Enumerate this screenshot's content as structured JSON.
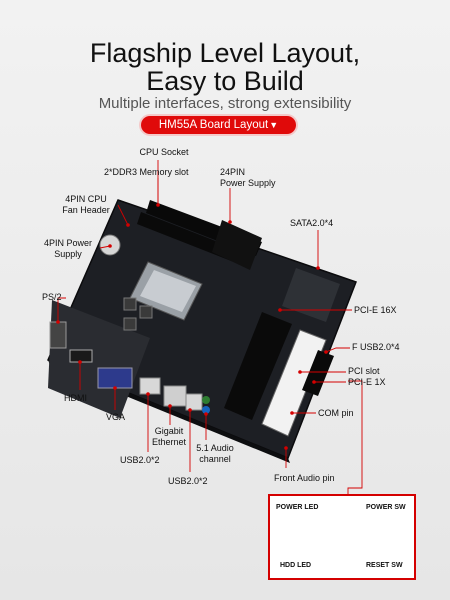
{
  "header": {
    "title_line1": "Flagship Level Layout,",
    "title_line2": "Easy to Build",
    "subtitle": "Multiple interfaces, strong extensibility",
    "badge": "HM55A Board Layout",
    "badge_caret": "▼"
  },
  "labels": {
    "cpu_socket": "CPU Socket",
    "ddr3": "2*DDR3 Memory slot",
    "power24": "24PIN",
    "power24_sub": "Power Supply",
    "cpu_4pin": "4PIN CPU",
    "cpu_4pin_sub": "Fan Header",
    "sata": "SATA2.0*4",
    "power4": "4PIN Power",
    "power4_sub": "Supply",
    "ps2": "PS/2",
    "pcie16": "PCI-E 16X",
    "fusb": "F USB2.0*4",
    "pci": "PCI slot",
    "pcie1": "PCI-E 1X",
    "hdmi": "HDMI",
    "vga": "VGA",
    "com": "COM pin",
    "gigabit": "Gigabit",
    "ethernet": "Ethernet",
    "audio51": "5.1 Audio",
    "audio_channel": "channel",
    "usb_a": "USB2.0*2",
    "usb_b": "USB2.0*2",
    "front_audio": "Front Audio pin"
  },
  "front_panel": {
    "power_led": "POWER LED",
    "power_sw": "POWER SW",
    "hdd_led": "HDD LED",
    "reset_sw": "RESET SW"
  },
  "colors": {
    "accent": "#e00a0a",
    "board": "#1b1d22",
    "leader": "#d40000"
  }
}
